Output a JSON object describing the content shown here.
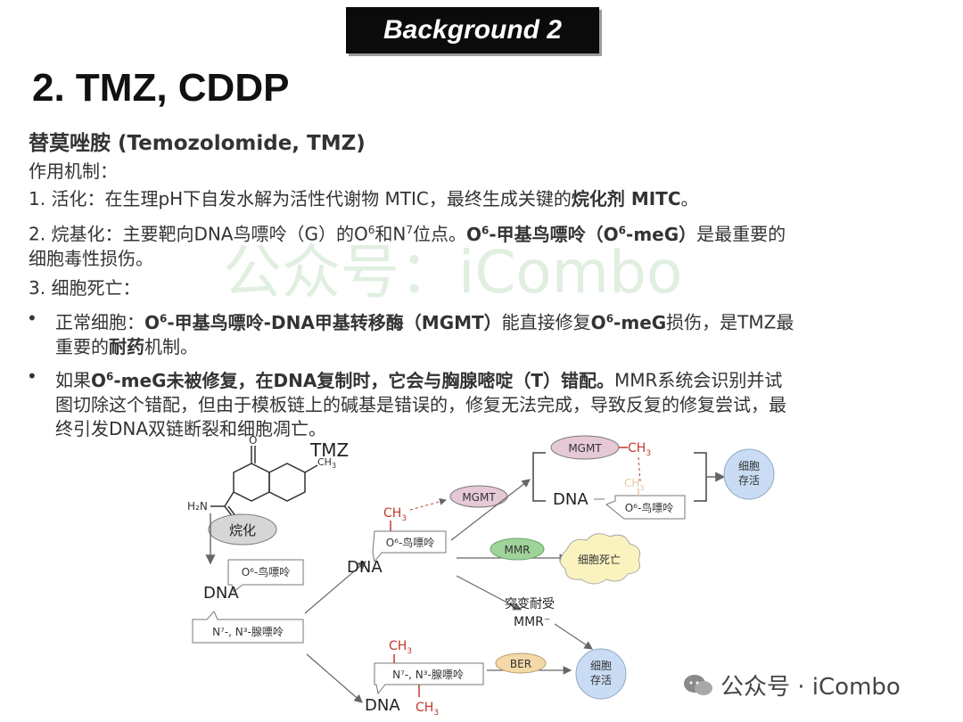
{
  "banner": "Background 2",
  "title": "2. TMZ, CDDP",
  "subtitle": "替莫唑胺 (Temozolomide, TMZ)",
  "mechanism_heading": "作用机制：",
  "line1_pre": "1. 活化：在生理pH下自发水解为活性代谢物 MTIC，最终生成关键的",
  "line1_bold": "烷化剂 MITC",
  "line1_end": "。",
  "line2_a": "2. 烷基化：主要靶向DNA鸟嘌呤（G）的O",
  "line2_sup1": "6",
  "line2_b": "和N",
  "line2_sup2": "7",
  "line2_c": "位点。",
  "line2_bold_a": "O",
  "line2_bold_sup": "6",
  "line2_bold_b": "-甲基鸟嘌呤（O",
  "line2_bold_sup2": "6",
  "line2_bold_c": "-meG）",
  "line2_d": "是最重要的",
  "line2_e": "细胞毒性损伤。",
  "line3": "3. 细胞死亡：",
  "bullet_symbol": "•",
  "b1_a": "正常细胞：",
  "b1_bold_a": "O",
  "b1_sup": "6",
  "b1_bold_b": "-甲基鸟嘌呤-DNA甲基转移酶（MGMT）",
  "b1_b": "能直接修复",
  "b1_bold_c": "O",
  "b1_sup2": "6",
  "b1_bold_d": "-meG",
  "b1_c": "损伤，是TMZ最",
  "b1_d": "重要的",
  "b1_bold_e": "耐药",
  "b1_e": "机制。",
  "b2_a": "如果",
  "b2_bold_a": "O",
  "b2_sup": "6",
  "b2_bold_b": "-meG未被修复，在DNA复制时，它会与胸腺嘧啶（T）错配。",
  "b2_b": "MMR系统会识别并试",
  "b2_c": "图切除这个错配，但由于模板链上的碱基是错误的，修复无法完成，导致反复的修复尝试，最",
  "b2_d": "终引发DNA双链断裂和细胞凋亡。",
  "watermark": "公众号：iCombo",
  "logo_text": "公众号 · iCombo",
  "diagram": {
    "tmz": "TMZ",
    "o_atom": "O",
    "n_atom": "N",
    "ch3_small": "CH",
    "ch3_sub": "3",
    "h2n": "H₂N",
    "o2": "O",
    "activation": "烷化",
    "o6_guanine": "O⁶-鸟嘌呤",
    "dna": "DNA",
    "n7n3": "N⁷-, N³-腺嘌呤",
    "ch3": "CH",
    "sub3": "3",
    "mgmt": "MGMT",
    "mmr": "MMR",
    "cell_death": "细胞死亡",
    "mutation1": "突变耐受",
    "mutation2": "MMR⁻",
    "ber": "BER",
    "cell_survive_1": "细胞",
    "cell_survive_2": "存活",
    "colors": {
      "mgmt": "#e6c9d6",
      "mmr": "#9ed39a",
      "cell_death": "#fbf3bf",
      "ber": "#f4d9a8",
      "survive": "#c9dcf3",
      "ch3": "#c0392b",
      "gray": "#d6d6d6"
    }
  }
}
